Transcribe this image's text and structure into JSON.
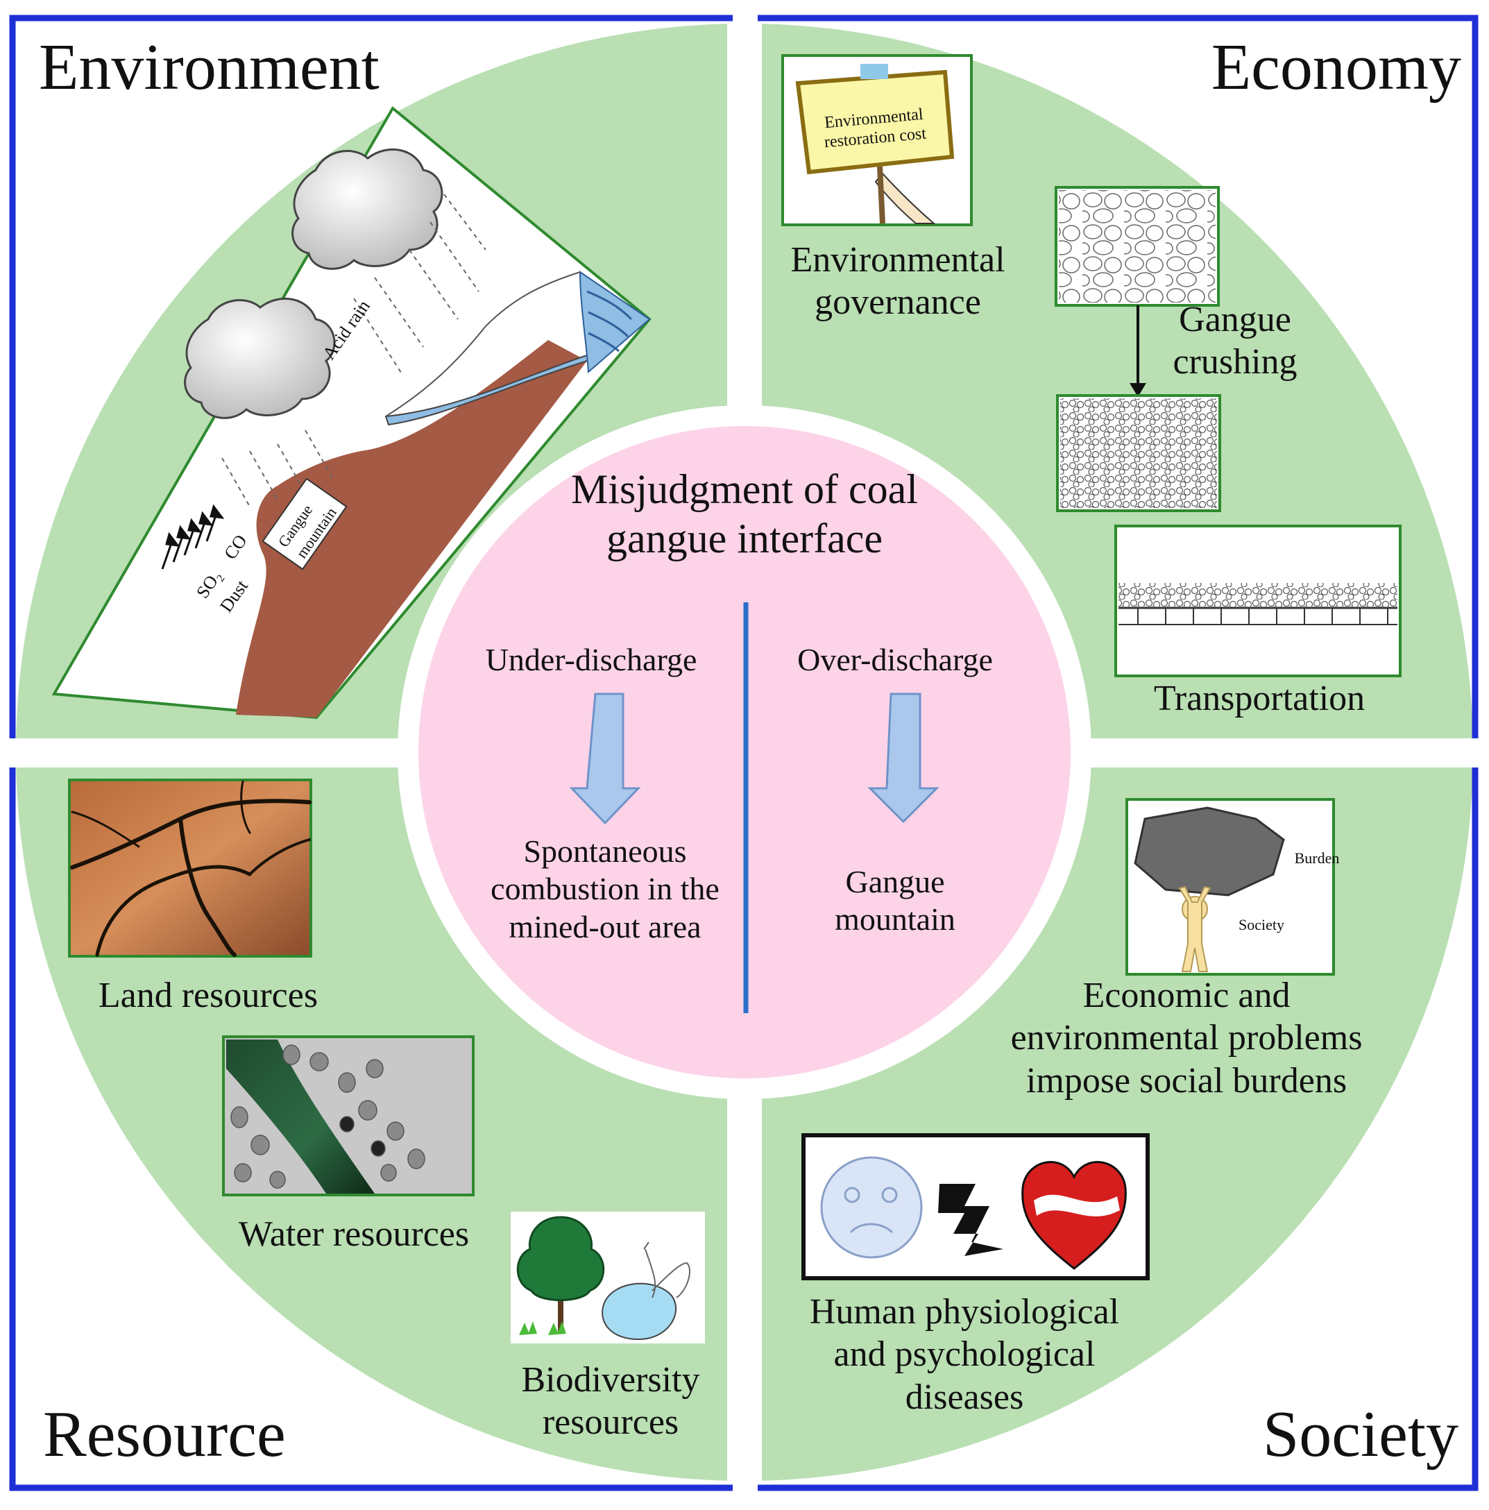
{
  "center": {
    "title_line1": "Misjudgment of coal",
    "title_line2": "gangue interface",
    "left_branch": {
      "label": "Under-discharge",
      "result_lines": [
        "Spontaneous",
        "combustion in the",
        "mined-out area"
      ]
    },
    "right_branch": {
      "label": "Over-discharge",
      "result_lines": [
        "Gangue",
        "mountain"
      ]
    }
  },
  "quadrants": {
    "environment": {
      "title": "Environment",
      "illustration_labels": {
        "acid_rain": "Acid rain",
        "gangue_mountain_lines": [
          "Gangue",
          "mountain"
        ],
        "co": "CO",
        "so2": "SO₂",
        "dust": "Dust"
      }
    },
    "economy": {
      "title": "Economy",
      "sign_lines": [
        "Environmental",
        "restoration cost"
      ],
      "governance_lines": [
        "Environmental",
        "governance"
      ],
      "crushing_lines": [
        "Gangue",
        "crushing"
      ],
      "transportation": "Transportation"
    },
    "resource": {
      "title": "Resource",
      "land": "Land resources",
      "water": "Water resources",
      "biodiversity_lines": [
        "Biodiversity",
        "resources"
      ]
    },
    "society": {
      "title": "Society",
      "burden_label": "Burden",
      "society_label": "Society",
      "burden_caption_lines": [
        "Economic and",
        "environmental problems",
        "impose social burdens"
      ],
      "disease_caption_lines": [
        "Human physiological",
        "and psychological",
        "diseases"
      ]
    }
  },
  "colors": {
    "frame_blue": "#1f2fd6",
    "quadrant_green": "#b9dfb3",
    "center_pink": "#fdd3e8",
    "divider_blue": "#2a6fc9",
    "arrow_blue": "#a9c8ec",
    "soil_brown": "#a45a44",
    "water_blue": "#8fbde4"
  }
}
